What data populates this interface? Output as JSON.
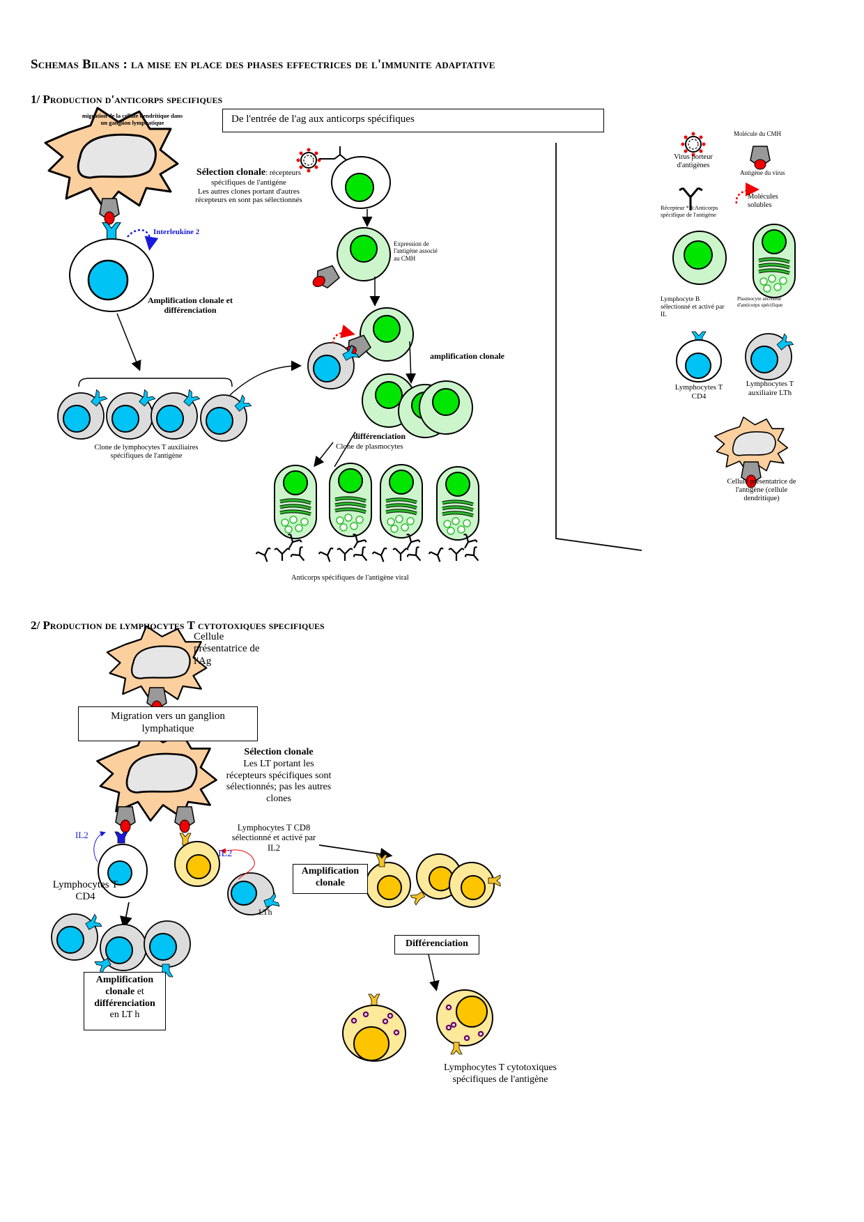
{
  "document": {
    "title": "Schemas Bilans : la mise en place des phases effectrices de l'immunite adaptative",
    "section1_heading": "1/ Production d'anticorps specifiques",
    "section2_heading": "2/ Production de lymphocytes T cytotoxiques specifiques"
  },
  "section1": {
    "top_box": "De l'entrée de l'ag aux anticorps spécifiques",
    "migration_label_line1": "migration de la cellule dendritique dans",
    "migration_label_line2": "un ganglion lymphatique",
    "selection_bold": "Sélection clonale",
    "selection_rest": ": récepteurs",
    "selection_line2": "spécifiques de l'antigène",
    "selection_line3": "Les autres clones portant d'autres",
    "selection_line4": "récepteurs en sont pas sélectionnés",
    "interleukin": "Interleukine 2",
    "ampl_diff_line1": "Amplification clonale et",
    "ampl_diff_line2": "différenciation",
    "clone_lt_line1": "Clone de lymphocytes T auxiliaires",
    "clone_lt_line2": "spécifiques de l'antigène",
    "expression_line1": "Expression de",
    "expression_line2": "l'antigène associé",
    "expression_line3": "au CMH",
    "amplification_clonale": "amplification clonale",
    "differenciation": "différenciation",
    "clone_plasmocytes": "Clone de plasmocytes",
    "anticorps_label": "Anticorps spécifiques de l'antigène viral"
  },
  "legend": {
    "cmh": "Molécule du CMH",
    "virus_line1": "Virus porteur",
    "virus_line2": "d'antigènes",
    "antigen_virus": "Antigène du virus",
    "receptor_line1": "Récepteur *B:Anticorps",
    "receptor_line2": "spécifique de l'antigène",
    "soluble_line1": "Molécules",
    "soluble_line2": "solubles",
    "lb_line1": "Lymphocyte B",
    "lb_line2": "sélectionné et activé par",
    "lb_line3": "IL",
    "plasmo_line1": "Plasmocyte sécréteur",
    "plasmo_line2": "d'anticorps spécifique",
    "cd4_line1": "Lymphocytes T",
    "cd4_line2": "CD4",
    "lth_line1": "Lymphocytes T",
    "lth_line2": "auxiliaire LTh",
    "cpa_line1": "Cellule présentatrice de",
    "cpa_line2": "l'antigène (cellule",
    "cpa_line3": "dendritique)"
  },
  "section2": {
    "cpa_line1": "Cellule",
    "cpa_line2": "présentatrice de",
    "cpa_line3": "l'Ag",
    "migration_line1": "Migration vers un ganglion",
    "migration_line2": "lymphatique",
    "selection_bold": "Sélection clonale",
    "selection_line2": "Les LT portant les",
    "selection_line3": "récepteurs spécifiques sont",
    "selection_line4": "sélectionnés; pas les autres",
    "selection_line5": "clones",
    "il2_left": "IL2",
    "il2_right": "IL2",
    "cd8_line1": "Lymphocytes T  CD8",
    "cd8_line2": "sélectionné et activé par",
    "cd8_line3": "IL2",
    "cd4_line1": "Lymphocytes T",
    "cd4_line2": "CD4",
    "lth": "LTh",
    "ampl_box_line1": "Amplification",
    "ampl_box_line2": "clonale",
    "ampl_diff_box_line1": "Amplification",
    "ampl_diff_box_line2_bold": "clonale",
    "ampl_diff_box_line2_rest": " et",
    "ampl_diff_box_line3": "différenciation",
    "ampl_diff_box_line4": "en LT h",
    "diff_box": "Différenciation",
    "ltc_line1": "Lymphocytes T cytotoxiques",
    "ltc_line2": "spécifiques de l'antigène"
  },
  "colors": {
    "dendritic": "#fbcf9e",
    "nucleus_grey": "#e6e6e6",
    "lt_blue": "#00c3f5",
    "lb_green_cell": "#ccf5cc",
    "lb_green_nucleus": "#00e600",
    "cd8_yellow_cell": "#fde99a",
    "cd8_yellow_nucleus": "#fcc500",
    "antigen_red": "#f00000",
    "il_blue": "#1a1adc"
  }
}
